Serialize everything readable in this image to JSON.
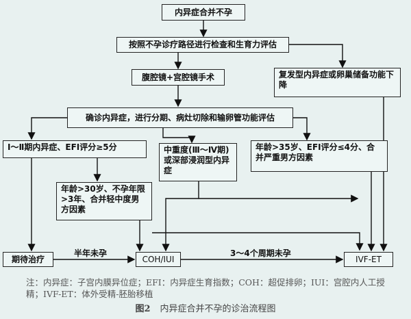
{
  "nodes": {
    "top": "内异症合并不孕",
    "eval": "按照不孕诊疗路径进行检查和生育力评估",
    "laparoscopy": "腹腔镜+宫腔镜手术",
    "recurrent": "复发型内异症或卵巢储备功能下降",
    "diagnose": "确诊内异症，进行分期、病灶切除和输卵管功能评估",
    "stage12": "Ⅰ～Ⅱ期内异症、EFI评分≥5分",
    "stage34": "中重度(Ⅲ～Ⅳ期)或深部浸润型内异症",
    "age35": "年龄>35岁、EFI评分≤4分、合并严重男方因素",
    "age30": "年龄>30岁、不孕年限>3年、合并轻中度男方因素",
    "expectant": "期待治疗",
    "coh": "COH/IUI",
    "ivf": "IVF-ET"
  },
  "edges": {
    "half_year": "半年未孕",
    "cycles": "3～4个周期未孕"
  },
  "note": "注：内异症：子宫内膜异位症；EFI：内异症生育指数；COH：超促排卵；IUI：宫腔内人工授精；IVF-ET：体外受精-胚胎移植",
  "caption": {
    "label": "图2",
    "text": "内异症合并不孕的诊治流程图"
  }
}
